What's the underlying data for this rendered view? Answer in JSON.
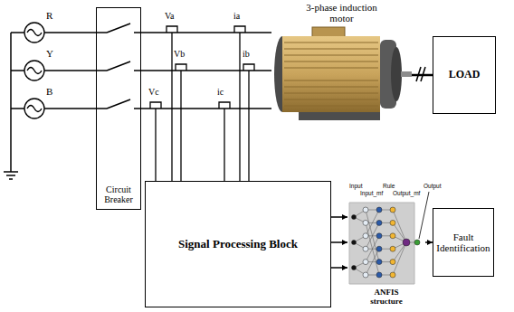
{
  "diagram": {
    "nodes": [
      {
        "text": [
          "Circuit Breaker"
        ]
      },
      {
        "text": [
          "3-phase induction motor"
        ]
      },
      {
        "text": [
          "LOAD"
        ]
      },
      {
        "text": [
          "Signal Processing Block"
        ]
      },
      {
        "text": [
          "ANFIS structure"
        ]
      },
      {
        "text": [
          "Fault Identification"
        ]
      }
    ],
    "edges": [
      {
        "from": 0,
        "to": 1,
        "arrow": "none"
      },
      {
        "from": 1,
        "to": 2,
        "arrow": "none"
      },
      {
        "from": 3,
        "to": 4,
        "arrow": "to"
      },
      {
        "from": 4,
        "to": 5,
        "arrow": "to"
      }
    ],
    "labels": [
      "R",
      "Y",
      "B",
      "Va",
      "Vb",
      "Vc",
      "ia",
      "ib",
      "ic",
      "Input",
      "Input_mf",
      "Rule",
      "Output_mf",
      "Output"
    ]
  }
}
